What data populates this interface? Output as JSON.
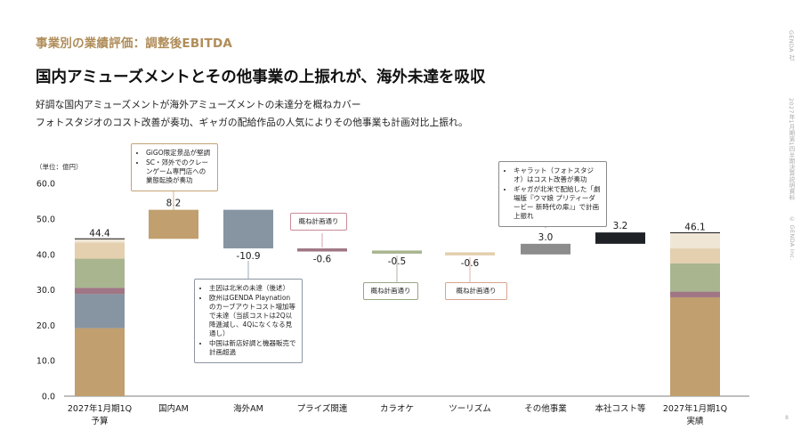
{
  "header": {
    "section_title": "事業別の業績評価：調整後EBITDA",
    "headline": "国内アミューズメントとその他事業の上振れが、海外未達を吸収",
    "sub_line_1": "好調な国内アミューズメントが海外アミューズメントの未達分を概ねカバー",
    "sub_line_2": "フォトスタジオのコスト改善が奏功、ギャガの配給作品の人気によりその他事業も計画対比上振れ。"
  },
  "side_labels": {
    "company": "GENDA 社",
    "doc": "2027年1月期第1四半期決算説明資料",
    "copyright": "© GENDA Inc."
  },
  "page_number": "8",
  "colors": {
    "gold": "#c19f6e",
    "slate": "#8795a3",
    "mauve": "#a07685",
    "sage": "#a8b58f",
    "sand": "#e4cfae",
    "light": "#efe6d6",
    "dark_grey": "#8c8c8c",
    "black": "#1e2226"
  },
  "callouts": {
    "domestic": [
      "GiGO限定景品が堅調",
      "SC・郊外でのクレーンゲーム専門店への業態転換が奏功"
    ],
    "overseas": [
      "主因は北米の未達（後述）",
      "欧州はGENDA Playnationのカーブアウトコスト増加等で未達（当該コストは2Q以降逓減し、4Qになくなる見通し）",
      "中国は新店好調と機器販売で計画超過"
    ],
    "prize": "概ね計画通り",
    "karaoke": "概ね計画通り",
    "tourism": "概ね計画通り",
    "other": [
      "キャラット（フォトスタジオ）はコスト改善が奏功",
      "ギャガが北米で配給した「劇場版『ウマ娘 プリティーダービー 新時代の扉』」で計画上振れ"
    ]
  },
  "chart_data": {
    "type": "bar",
    "subtype": "waterfall",
    "unit_label": "（単位：億円）",
    "ylim": [
      0,
      60
    ],
    "y_ticks": [
      "0.0",
      "10.0",
      "20.0",
      "30.0",
      "40.0",
      "50.0",
      "60.0"
    ],
    "categories": [
      "2027年1月期1Q\n予算",
      "国内AM",
      "海外AM",
      "プライズ関連",
      "カラオケ",
      "ツーリズム",
      "その他事業",
      "本社コスト等",
      "2027年1月期1Q\n実績"
    ],
    "values": [
      44.4,
      8.2,
      -10.9,
      -0.6,
      -0.5,
      -0.6,
      3.0,
      3.2,
      46.1
    ],
    "labels": [
      "44.4",
      "8.2",
      "-10.9",
      "-0.6",
      "-0.5",
      "-0.6",
      "3.0",
      "3.2",
      "46.1"
    ],
    "bar_colors": [
      "stack",
      "#c19f6e",
      "#8795a3",
      "#a07685",
      "#a8b58f",
      "#e4cfae",
      "#8c8c8c",
      "#1e2226",
      "stack"
    ],
    "budget_stack": [
      19.2,
      9.6,
      1.8,
      8.2,
      4.6,
      1.0
    ],
    "actual_stack": [
      27.9,
      0.0,
      1.6,
      8.0,
      4.2,
      4.4
    ],
    "stack_colors": [
      "#c19f6e",
      "#8795a3",
      "#a07685",
      "#a8b58f",
      "#e4cfae",
      "#efe6d6"
    ]
  }
}
